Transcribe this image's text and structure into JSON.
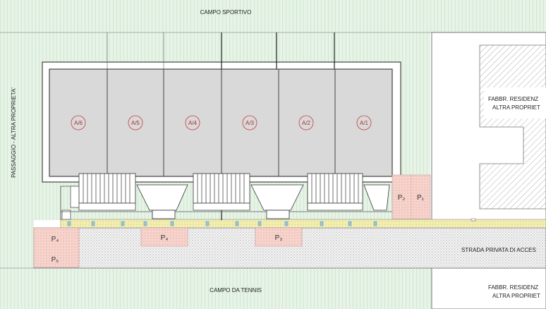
{
  "labels": {
    "top": "CAMPO SPORTIVO",
    "bottom": "CAMPO DA TENNIS",
    "left": "PASSAGGIO - ALTRA PROPRIETA'",
    "right_top_line1": "FABBR. RESIDENZ",
    "right_top_line2": "ALTRA PROPRIET",
    "right_bottom_line1": "FABBR. RESIDENZ",
    "right_bottom_line2": "ALTRA PROPRIET",
    "road": "STRADA PRIVATA DI ACCES"
  },
  "units": [
    "A/6",
    "A/5",
    "A/4",
    "A/3",
    "A/2",
    "A/1"
  ],
  "parking": {
    "left_upper": "P₄",
    "left_lower": "P₅",
    "middle": "P₄",
    "center_right": "P₃",
    "right_a": "P₂",
    "right_b": "P₁"
  },
  "colors": {
    "grass": "#d8ecd8",
    "building": "#d9d9d9",
    "parking": "#f8d3cc",
    "walkway": "#f4f0b4",
    "unit_circle": "#c04040"
  }
}
